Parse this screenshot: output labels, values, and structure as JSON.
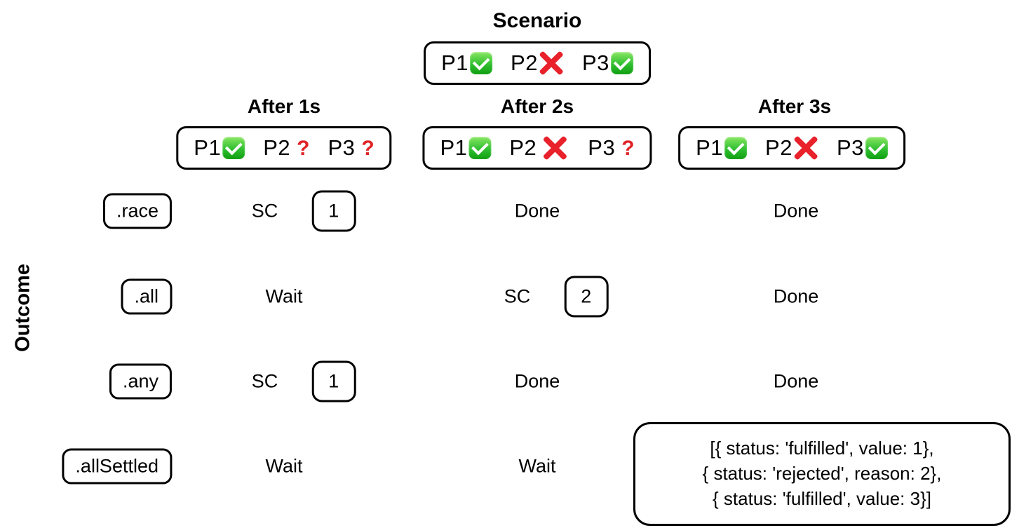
{
  "scenario": {
    "title": "Scenario",
    "promises": [
      {
        "name": "P1",
        "state": "fulfilled"
      },
      {
        "name": "P2",
        "state": "rejected"
      },
      {
        "name": "P3",
        "state": "fulfilled"
      }
    ]
  },
  "timeline": {
    "columns": [
      {
        "header": "After 1s",
        "promises": [
          {
            "name": "P1",
            "state": "fulfilled"
          },
          {
            "name": "P2",
            "state": "pending"
          },
          {
            "name": "P3",
            "state": "pending"
          }
        ]
      },
      {
        "header": "After 2s",
        "promises": [
          {
            "name": "P1",
            "state": "fulfilled"
          },
          {
            "name": "P2",
            "state": "rejected"
          },
          {
            "name": "P3",
            "state": "pending"
          }
        ]
      },
      {
        "header": "After 3s",
        "promises": [
          {
            "name": "P1",
            "state": "fulfilled"
          },
          {
            "name": "P2",
            "state": "rejected"
          },
          {
            "name": "P3",
            "state": "fulfilled"
          }
        ]
      }
    ]
  },
  "outcome": {
    "axis_label": "Outcome",
    "rows": [
      {
        "method": ".race",
        "cells": [
          {
            "type": "shortcircuit",
            "label": "SC",
            "value": "1"
          },
          {
            "type": "status",
            "label": "Done"
          },
          {
            "type": "status",
            "label": "Done"
          }
        ]
      },
      {
        "method": ".all",
        "cells": [
          {
            "type": "status",
            "label": "Wait"
          },
          {
            "type": "shortcircuit",
            "label": "SC",
            "value": "2"
          },
          {
            "type": "status",
            "label": "Done"
          }
        ]
      },
      {
        "method": ".any",
        "cells": [
          {
            "type": "shortcircuit",
            "label": "SC",
            "value": "1"
          },
          {
            "type": "status",
            "label": "Done"
          },
          {
            "type": "status",
            "label": "Done"
          }
        ]
      },
      {
        "method": ".allSettled",
        "cells": [
          {
            "type": "status",
            "label": "Wait"
          },
          {
            "type": "status",
            "label": "Wait"
          },
          {
            "type": "result",
            "lines": [
              "[{ status: 'fulfilled', value: 1},",
              "{ status: 'rejected', reason: 2},",
              "{ status: 'fulfilled', value: 3}]"
            ]
          }
        ]
      }
    ]
  },
  "icons": {
    "fulfilled": "check-icon",
    "rejected": "cross-icon",
    "pending": "question-icon"
  },
  "colors": {
    "check_green_top": "#8ae763",
    "check_green_bottom": "#0f9f10",
    "cross_red": "#e8212b",
    "question_red": "#e02427",
    "border": "#000000",
    "background": "#ffffff"
  }
}
